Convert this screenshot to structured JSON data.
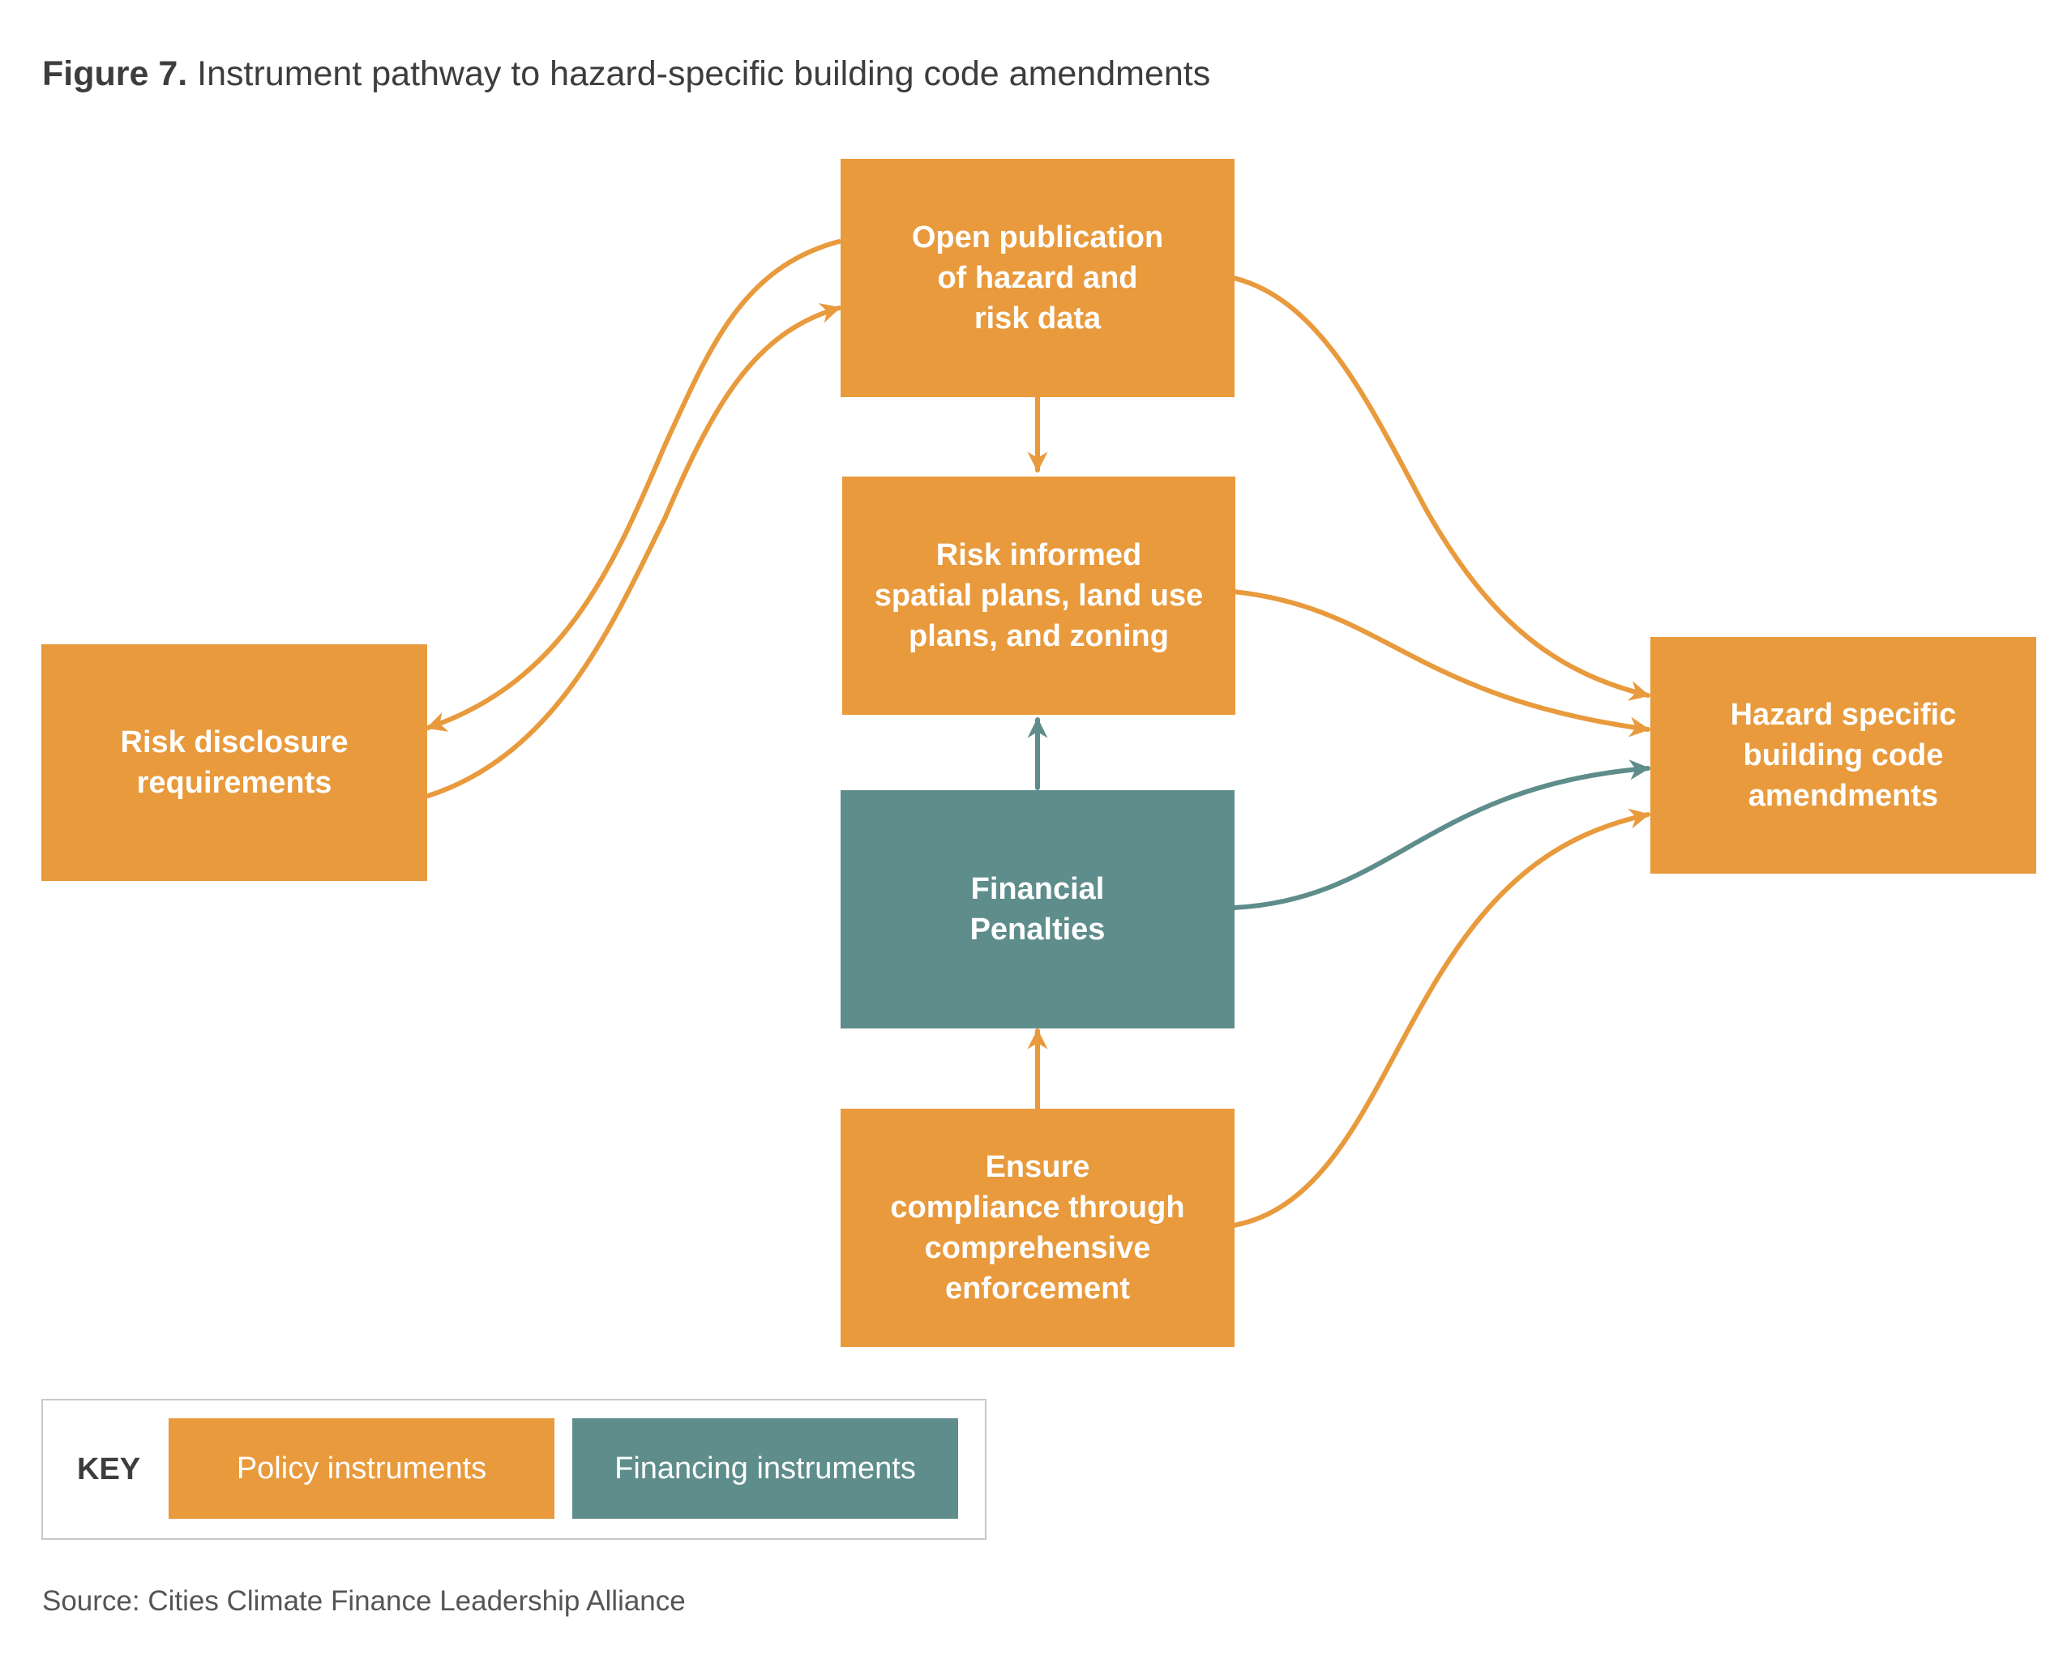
{
  "title": {
    "figure_label": "Figure 7.",
    "text": "Instrument pathway to hazard-specific building code amendments"
  },
  "colors": {
    "policy": "#e89a3c",
    "financing": "#5e8d8b"
  },
  "nodes": {
    "open_publication": {
      "lines": [
        "Open publication",
        "of hazard and",
        "risk data"
      ],
      "category": "policy"
    },
    "risk_informed": {
      "lines": [
        "Risk informed",
        "spatial plans, land use",
        "plans, and zoning"
      ],
      "category": "policy"
    },
    "financial_penalties": {
      "lines": [
        "Financial",
        "Penalties"
      ],
      "category": "financing"
    },
    "ensure_compliance": {
      "lines": [
        "Ensure",
        "compliance through",
        "comprehensive",
        "enforcement"
      ],
      "category": "policy"
    },
    "risk_disclosure": {
      "lines": [
        "Risk disclosure",
        "requirements"
      ],
      "category": "policy"
    },
    "hazard_specific": {
      "lines": [
        "Hazard specific",
        "building code",
        "amendments"
      ],
      "category": "policy"
    }
  },
  "edges": [
    {
      "from": "open_publication",
      "to": "risk_disclosure",
      "category": "policy"
    },
    {
      "from": "risk_disclosure",
      "to": "open_publication",
      "category": "policy"
    },
    {
      "from": "open_publication",
      "to": "risk_informed",
      "category": "policy"
    },
    {
      "from": "financial_penalties",
      "to": "risk_informed",
      "category": "financing"
    },
    {
      "from": "ensure_compliance",
      "to": "financial_penalties",
      "category": "policy"
    },
    {
      "from": "open_publication",
      "to": "hazard_specific",
      "category": "policy"
    },
    {
      "from": "risk_informed",
      "to": "hazard_specific",
      "category": "policy"
    },
    {
      "from": "financial_penalties",
      "to": "hazard_specific",
      "category": "financing"
    },
    {
      "from": "ensure_compliance",
      "to": "hazard_specific",
      "category": "policy"
    }
  ],
  "key": {
    "label": "KEY",
    "policy_label": "Policy instruments",
    "financing_label": "Financing instruments"
  },
  "source": "Source: Cities Climate Finance Leadership Alliance"
}
